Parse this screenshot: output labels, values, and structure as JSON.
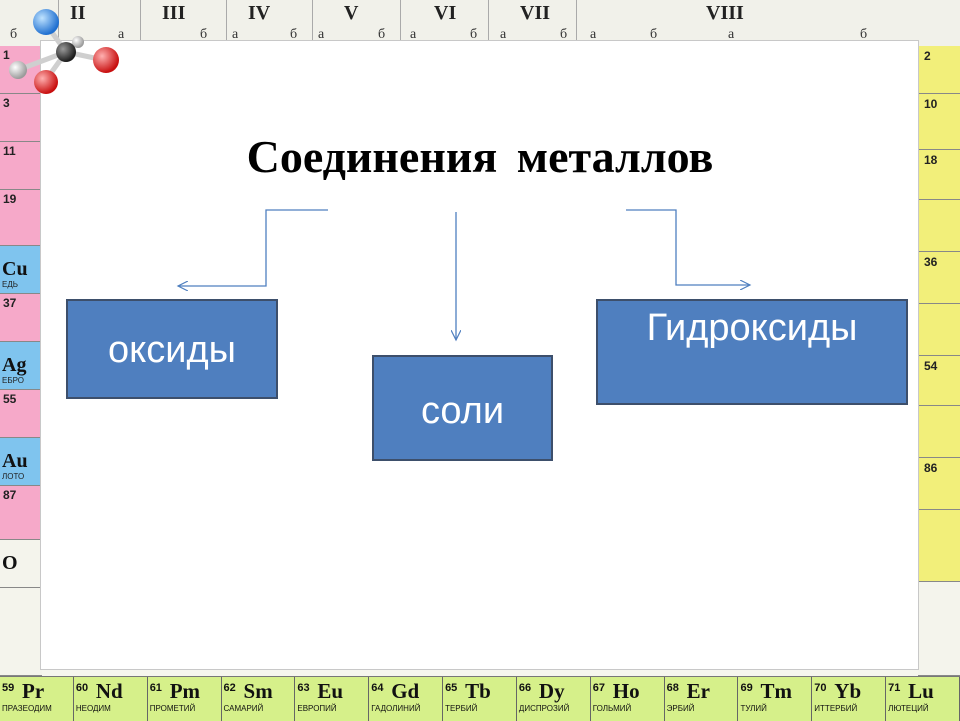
{
  "title": "Соединения металлов",
  "boxes": {
    "oxides": "оксиды",
    "salts": "соли",
    "hydroxides": "Гидроксиды"
  },
  "periodic_table": {
    "groups": [
      "II",
      "III",
      "IV",
      "V",
      "VI",
      "VII",
      "VIII"
    ],
    "subgroup_labels": [
      "б",
      "а",
      "б",
      "а",
      "б",
      "а",
      "б",
      "а",
      "б",
      "а",
      "б",
      "а",
      "б",
      "а",
      "б"
    ],
    "left_column": [
      {
        "n": "1",
        "s": "",
        "w": "",
        "color": "#f6a9c9"
      },
      {
        "n": "3",
        "s": "",
        "w": "",
        "color": "#f6a9c9"
      },
      {
        "n": "11",
        "s": "",
        "w": "",
        "color": "#f6a9c9"
      },
      {
        "n": "19",
        "s": "",
        "w": "",
        "color": "#f6a9c9"
      },
      {
        "n": "",
        "s": "Cu",
        "w": "ЕДЬ",
        "color": "#7fc4ee"
      },
      {
        "n": "37",
        "s": "",
        "w": "",
        "color": "#f6a9c9"
      },
      {
        "n": "",
        "s": "Ag",
        "w": "ЕБРО",
        "color": "#7fc4ee"
      },
      {
        "n": "55",
        "s": "",
        "w": "",
        "color": "#f6a9c9"
      },
      {
        "n": "",
        "s": "Au",
        "w": "ЛОТО",
        "color": "#7fc4ee"
      },
      {
        "n": "87",
        "s": "",
        "w": "",
        "color": "#f6a9c9"
      },
      {
        "n": "",
        "s": "О",
        "w": "",
        "color": "#f4f4ec"
      },
      {
        "n": "",
        "s": "",
        "w": "",
        "color": "#f4f4ec"
      }
    ],
    "right_column": [
      {
        "n": "2",
        "color": "#f2ef7a"
      },
      {
        "n": "10",
        "color": "#f2ef7a"
      },
      {
        "n": "18",
        "color": "#f2ef7a"
      },
      {
        "n": "",
        "color": "#f2ef7a"
      },
      {
        "n": "36",
        "color": "#f2ef7a"
      },
      {
        "n": "",
        "color": "#f2ef7a"
      },
      {
        "n": "54",
        "color": "#f2ef7a"
      },
      {
        "n": "",
        "color": "#f2ef7a"
      },
      {
        "n": "86",
        "color": "#f2ef7a"
      },
      {
        "n": "",
        "color": "#f2ef7a"
      },
      {
        "n": "",
        "color": "#f4f4ec"
      }
    ],
    "lanthanides": [
      {
        "n": "59",
        "s": "Pr",
        "w": "ПРАЗЕОДИМ"
      },
      {
        "n": "60",
        "s": "Nd",
        "w": "НЕОДИМ"
      },
      {
        "n": "61",
        "s": "Pm",
        "w": "ПРОМЕТИЙ"
      },
      {
        "n": "62",
        "s": "Sm",
        "w": "САМАРИЙ"
      },
      {
        "n": "63",
        "s": "Eu",
        "w": "ЕВРОПИЙ"
      },
      {
        "n": "64",
        "s": "Gd",
        "w": "ГАДОЛИНИЙ"
      },
      {
        "n": "65",
        "s": "Tb",
        "w": "ТЕРБИЙ"
      },
      {
        "n": "66",
        "s": "Dy",
        "w": "ДИСПРОЗИЙ"
      },
      {
        "n": "67",
        "s": "Ho",
        "w": "ГОЛЬМИЙ"
      },
      {
        "n": "68",
        "s": "Er",
        "w": "ЭРБИЙ"
      },
      {
        "n": "69",
        "s": "Tm",
        "w": "ТУЛИЙ"
      },
      {
        "n": "70",
        "s": "Yb",
        "w": "ИТТЕРБИЙ"
      },
      {
        "n": "71",
        "s": "Lu",
        "w": "ЛЮТЕЦИЙ"
      }
    ]
  },
  "colors": {
    "box_fill": "#4f7fbf",
    "box_border": "#3d4f6b",
    "arrow": "#4f7fbf"
  },
  "icons": {
    "molecule": "molecule-icon"
  }
}
